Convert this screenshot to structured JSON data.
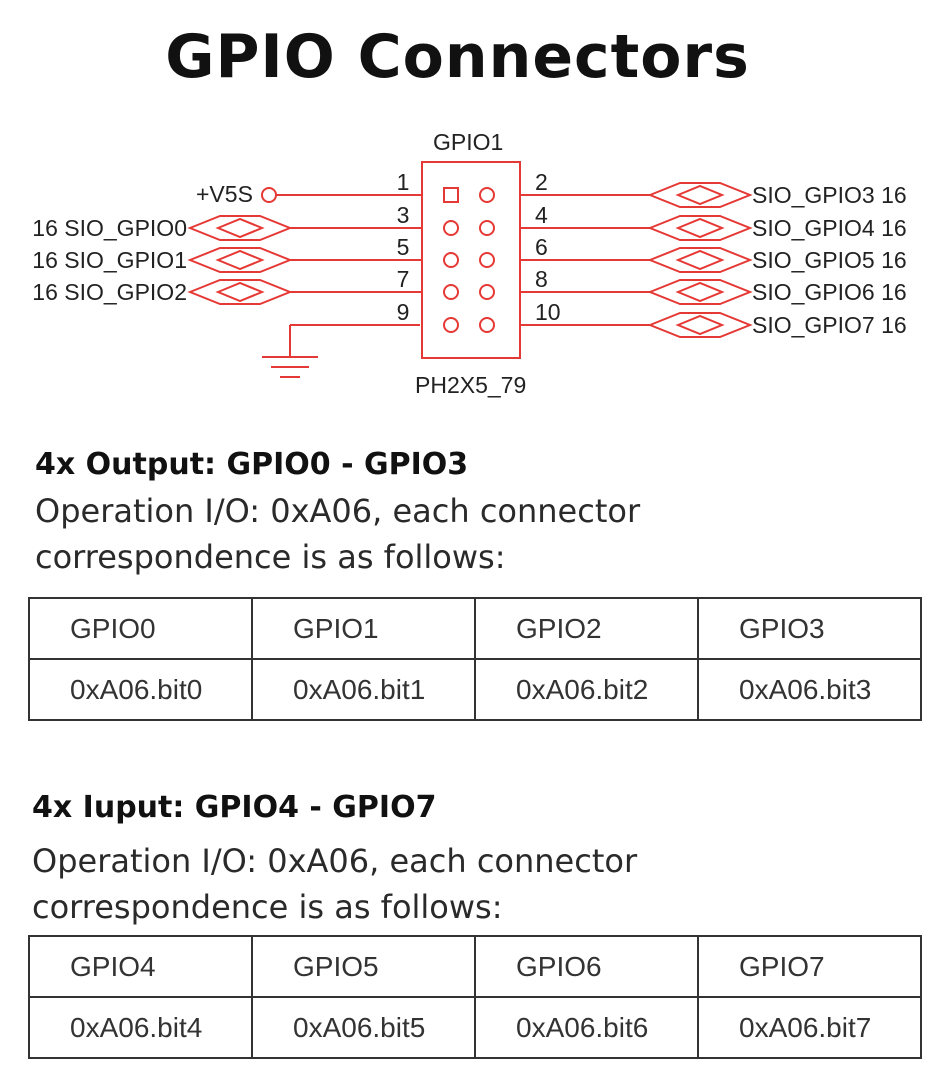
{
  "title": "GPIO Connectors",
  "schematic": {
    "connector_label": "GPIO1",
    "part_label": "PH2X5_79",
    "power_label": "+V5S",
    "left_signals": [
      {
        "prefix": "16",
        "name": "SIO_GPIO0"
      },
      {
        "prefix": "16",
        "name": "SIO_GPIO1"
      },
      {
        "prefix": "16",
        "name": "SIO_GPIO2"
      }
    ],
    "right_signals": [
      {
        "name": "SIO_GPIO3",
        "suffix": "16"
      },
      {
        "name": "SIO_GPIO4",
        "suffix": "16"
      },
      {
        "name": "SIO_GPIO5",
        "suffix": "16"
      },
      {
        "name": "SIO_GPIO6",
        "suffix": "16"
      },
      {
        "name": "SIO_GPIO7",
        "suffix": "16"
      }
    ],
    "odd_pins": [
      "1",
      "3",
      "5",
      "7",
      "9"
    ],
    "even_pins": [
      "2",
      "4",
      "6",
      "8",
      "10"
    ],
    "line_color": "#e53935"
  },
  "output_section": {
    "heading": "4x Output: GPIO0 - GPIO3",
    "desc_line1": "Operation I/O: 0xA06, each connector",
    "desc_line2": "correspondence is as follows:",
    "headers": [
      "GPIO0",
      "GPIO1",
      "GPIO2",
      "GPIO3"
    ],
    "values": [
      "0xA06.bit0",
      "0xA06.bit1",
      "0xA06.bit2",
      "0xA06.bit3"
    ]
  },
  "input_section": {
    "heading": "4x Iuput: GPIO4 - GPIO7",
    "desc_line1": "Operation I/O: 0xA06, each connector",
    "desc_line2": "correspondence is as follows:",
    "headers": [
      "GPIO4",
      "GPIO5",
      "GPIO6",
      "GPIO7"
    ],
    "values": [
      "0xA06.bit4",
      "0xA06.bit5",
      "0xA06.bit6",
      "0xA06.bit7"
    ]
  }
}
